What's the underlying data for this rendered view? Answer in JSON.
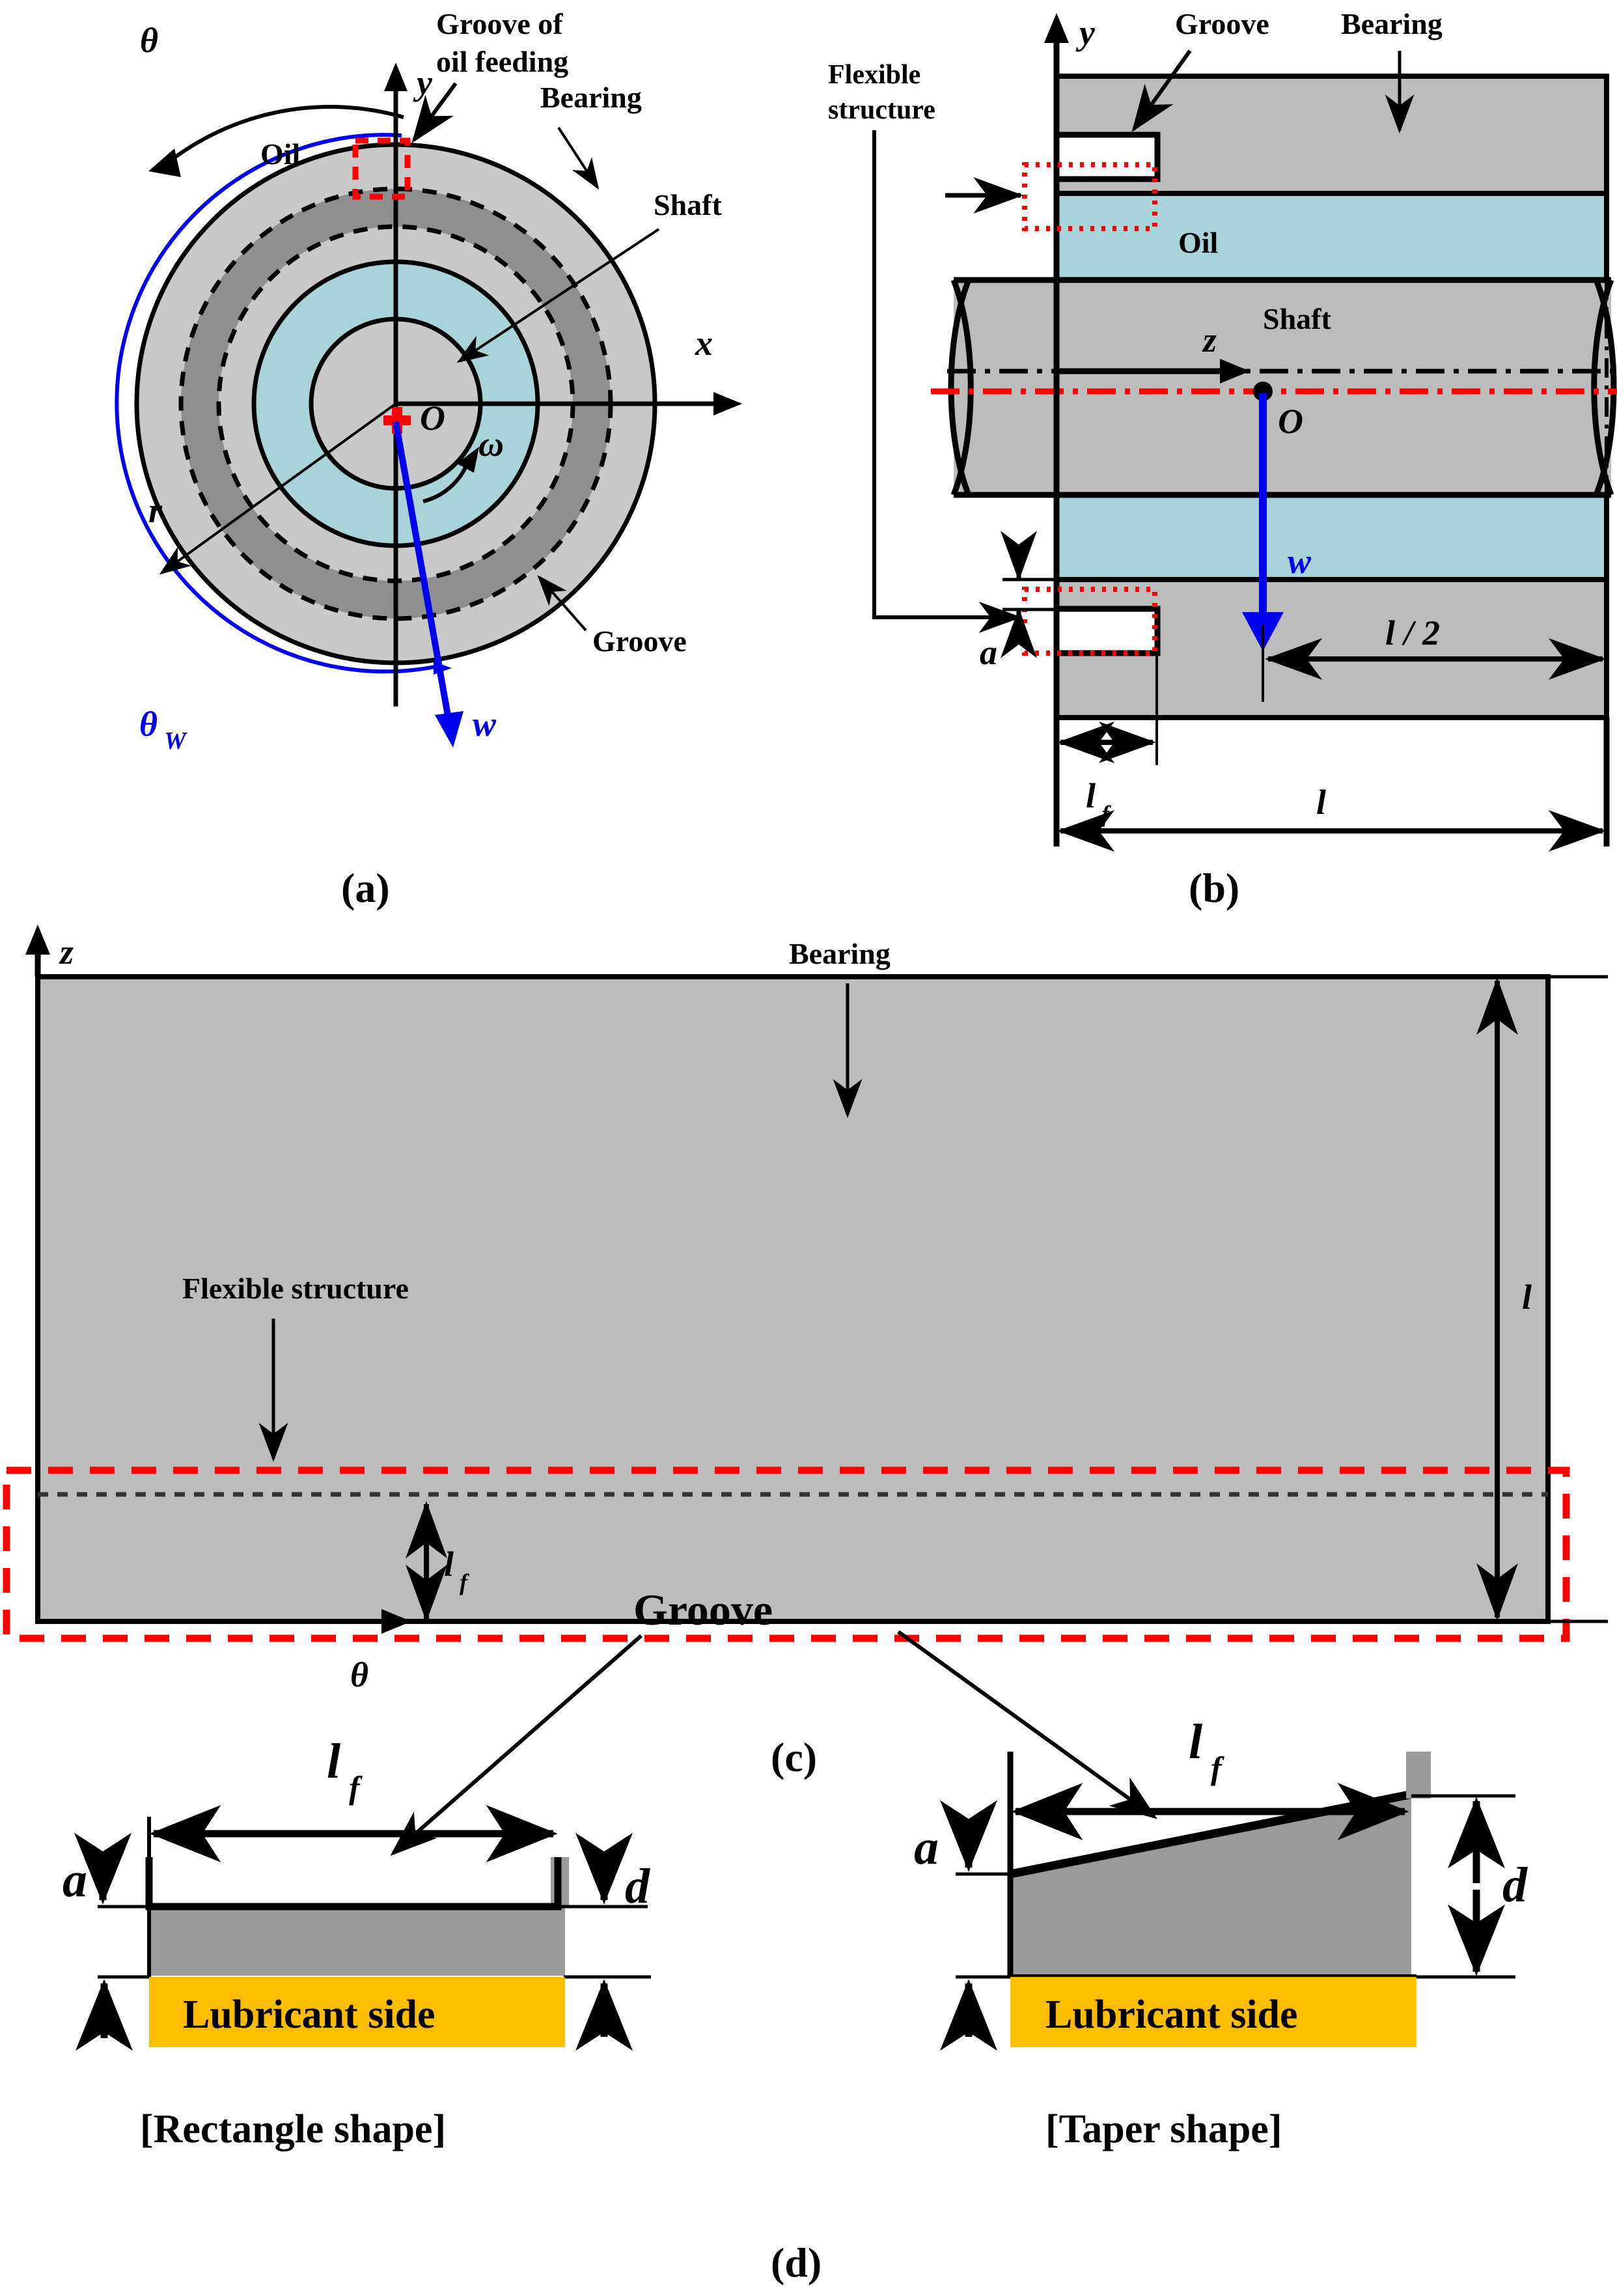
{
  "figure": {
    "type": "technical-schematic",
    "description": "Journal bearing with flexible structure and oil feeding groove"
  },
  "colors": {
    "bearing_gray": "#bcbcbc",
    "bearing_light_gray": "#c9c9c9",
    "groove_dark_gray": "#8f8f8f",
    "oil_cyan": "#a8d3d8",
    "lubricant_yellow": "#fbbd00",
    "load_blue": "#0000ee",
    "flexible_red": "#ff0000",
    "outline_black": "#000000"
  },
  "panel_a": {
    "caption": "(a)",
    "labels": {
      "groove_of_oil_feeding": "Groove of\noil feeding",
      "groove_of_oil_feeding_line1": "Groove of",
      "groove_of_oil_feeding_line2": "oil feeding",
      "bearing": "Bearing",
      "shaft": "Shaft",
      "oil": "Oil",
      "groove": "Groove",
      "origin": "O",
      "axis_x": "x",
      "axis_y": "y",
      "theta": "θ",
      "theta_w": "θ",
      "theta_w_sub": "W",
      "radius": "r",
      "omega": "ω",
      "load": "w"
    }
  },
  "panel_b": {
    "caption": "(b)",
    "labels": {
      "groove": "Groove",
      "bearing": "Bearing",
      "flexible_structure_line1": "Flexible",
      "flexible_structure_line2": "structure",
      "oil": "Oil",
      "shaft": "Shaft",
      "axis_y": "y",
      "axis_z": "z",
      "origin": "O",
      "load": "w",
      "dim_a": "a",
      "dim_lf": "l",
      "dim_lf_sub": "f",
      "dim_l": "l",
      "dim_half_l": "l / 2"
    }
  },
  "panel_c": {
    "caption": "(c)",
    "labels": {
      "bearing": "Bearing",
      "flexible_structure": "Flexible structure",
      "axis_z": "z",
      "axis_theta": "θ",
      "dim_l": "l",
      "dim_lf": "l",
      "dim_lf_sub": "f"
    }
  },
  "panel_d": {
    "caption": "(d)",
    "labels": {
      "groove": "Groove"
    },
    "variants": [
      {
        "name": "rectangle",
        "title": "[Rectangle shape]",
        "lubricant_side": "Lubricant side",
        "dim_a": "a",
        "dim_d": "d",
        "dim_lf": "l",
        "dim_lf_sub": "f"
      },
      {
        "name": "taper",
        "title": "[Taper shape]",
        "lubricant_side": "Lubricant side",
        "dim_a": "a",
        "dim_d": "d",
        "dim_lf": "l",
        "dim_lf_sub": "f"
      }
    ]
  }
}
